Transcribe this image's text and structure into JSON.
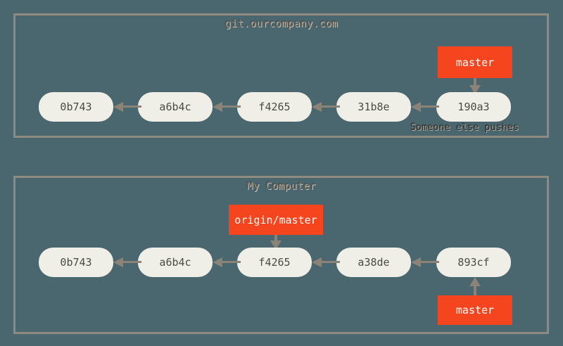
{
  "theme": {
    "background": "#4a666e",
    "panel_border": "#8e8a80",
    "commit_fill": "#f0efe7",
    "commit_text": "#4a4a46",
    "ref_fill": "#f4451e",
    "ref_text": "#ffffff",
    "arrow": "#8b8377",
    "title_text": "#6b5f53",
    "annotation_text": "#33302c"
  },
  "panels": {
    "remote": {
      "title": "git.ourcompany.com",
      "commits": [
        {
          "id": "0b743"
        },
        {
          "id": "a6b4c"
        },
        {
          "id": "f4265"
        },
        {
          "id": "31b8e"
        },
        {
          "id": "190a3"
        }
      ],
      "refs": [
        {
          "label": "master",
          "points_to": "190a3"
        }
      ],
      "annotation": "Someone else pushes"
    },
    "local": {
      "title": "My Computer",
      "commits": [
        {
          "id": "0b743"
        },
        {
          "id": "a6b4c"
        },
        {
          "id": "f4265"
        },
        {
          "id": "a38de"
        },
        {
          "id": "893cf"
        }
      ],
      "refs": [
        {
          "label": "origin/master",
          "points_to": "f4265"
        },
        {
          "label": "master",
          "points_to": "893cf"
        }
      ]
    }
  }
}
